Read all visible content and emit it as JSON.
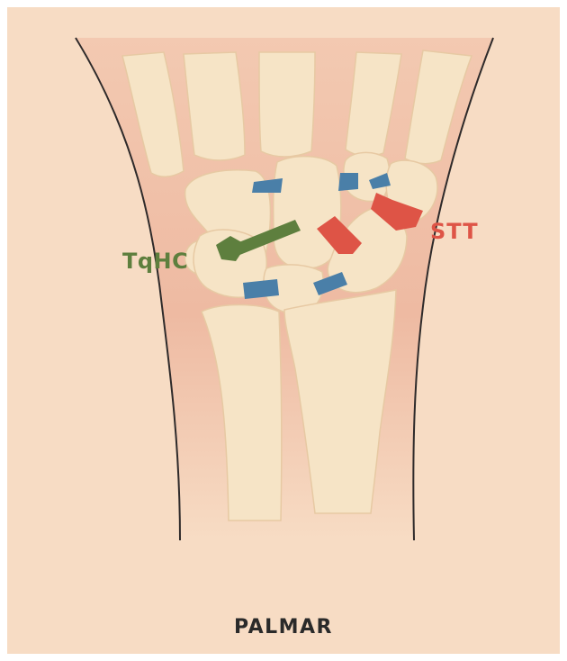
{
  "labels": {
    "tqhc": "TqHC",
    "stt": "STT"
  },
  "view": "PALMAR",
  "colors": {
    "background": "#f7dcc4",
    "skin_shadow": "#efb8a0",
    "bone_fill": "#f6e4c6",
    "bone_edge": "#e7c9a3",
    "outline": "#2e2a2a",
    "ligament_blue": "#4a7fa8",
    "ligament_red": "#de5446",
    "ligament_green": "#5e7f3e",
    "caption_text": "#2a2a2a"
  }
}
